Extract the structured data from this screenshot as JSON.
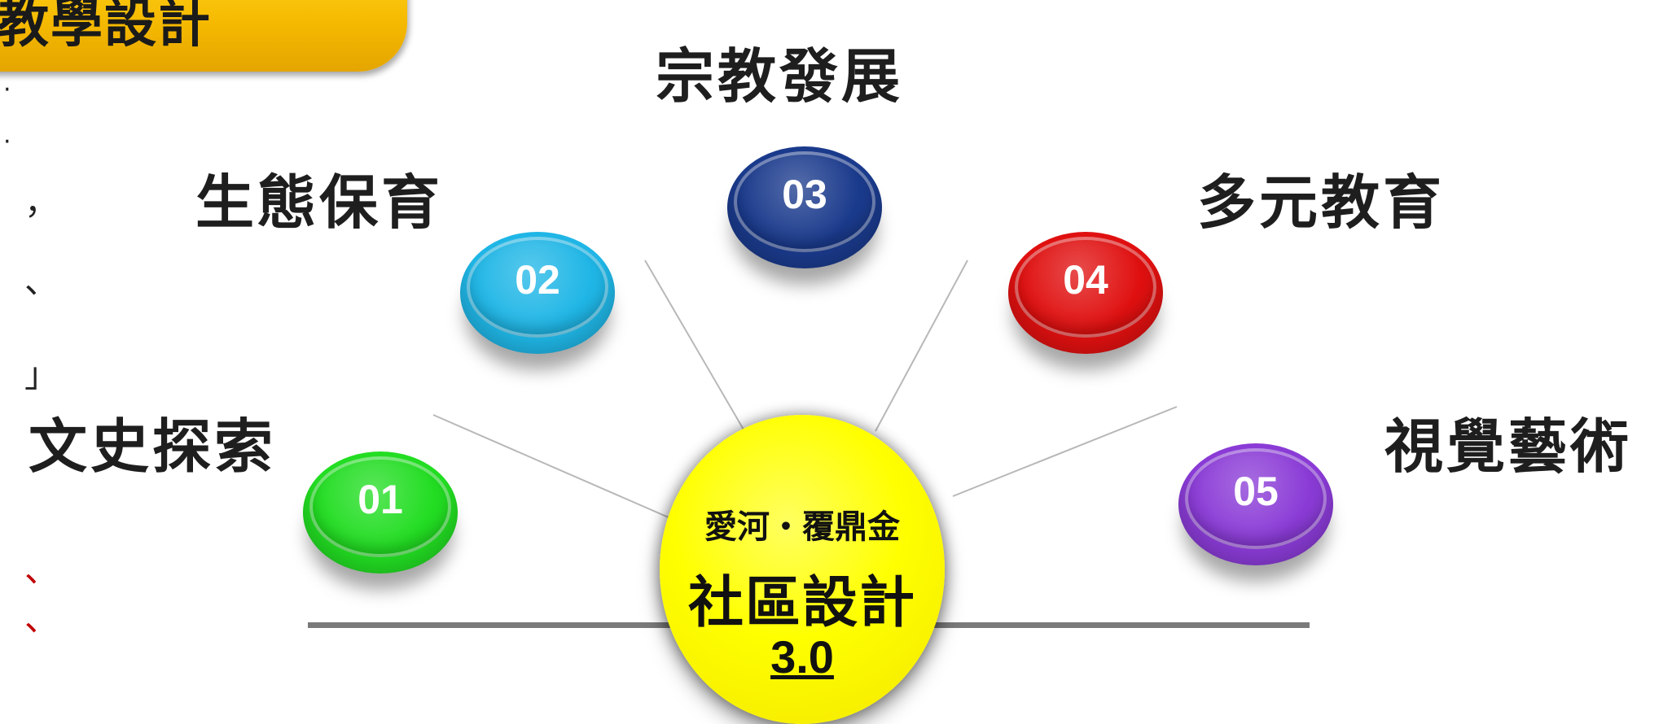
{
  "header": {
    "title": "教學設計"
  },
  "left_edge": {
    "marks": [
      "，",
      "、",
      "」",
      "、",
      "、"
    ]
  },
  "topics": [
    {
      "id": "01",
      "label": "文史探索",
      "color": "#22dd22"
    },
    {
      "id": "02",
      "label": "生態保育",
      "color": "#1fb6e6"
    },
    {
      "id": "03",
      "label": "宗教發展",
      "color": "#1a3a8c"
    },
    {
      "id": "04",
      "label": "多元教育",
      "color": "#e01010"
    },
    {
      "id": "05",
      "label": "視覺藝術",
      "color": "#8a3bd6"
    }
  ],
  "center": {
    "line1": "愛河・覆鼎金",
    "line2": "社區設計",
    "line3": "3.0",
    "color": "#ffff00"
  }
}
